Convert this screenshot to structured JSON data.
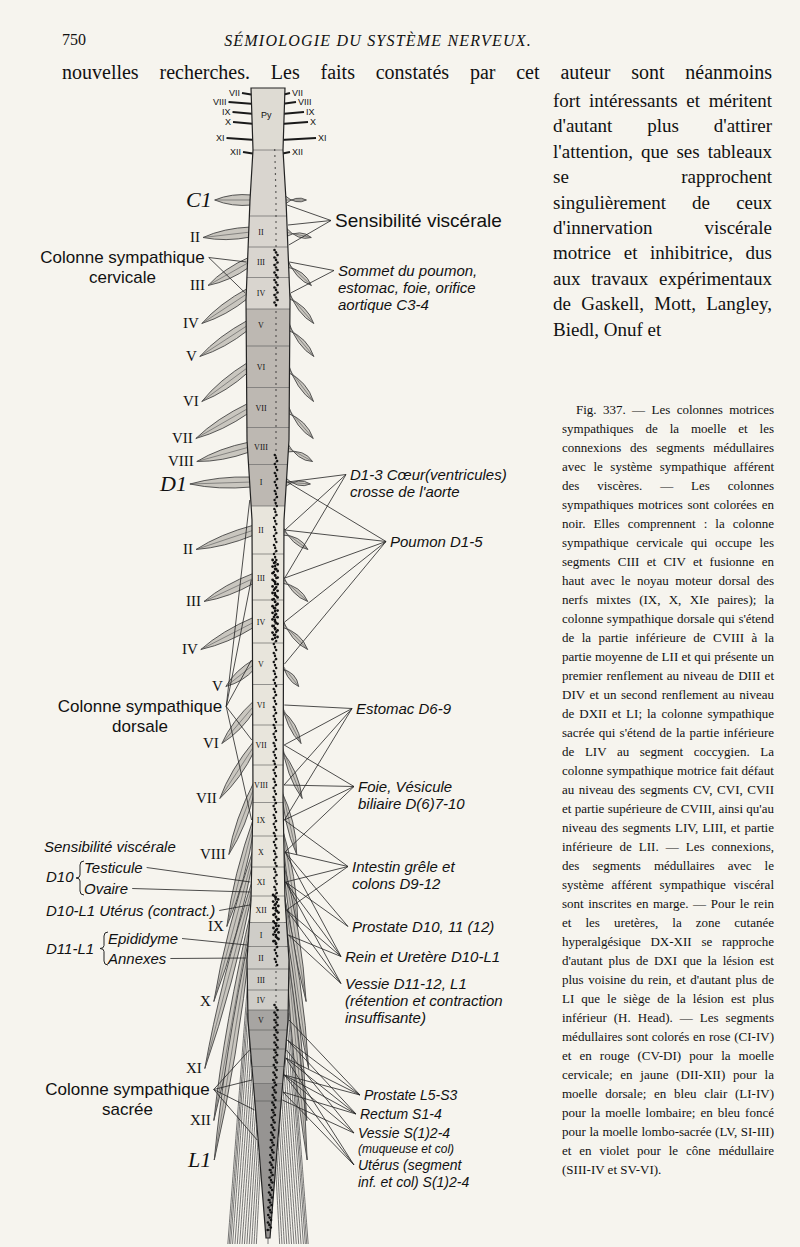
{
  "diagram": {
    "title": "SÉMIOLOGIE DU SYSTÈME NERVEUX.",
    "caption": "Fig. 337. — Les colonnes motrices sympathiques de la moelle et les connexions des segments médullaires avec le système sympathique afférent des viscères. — Les colonnes sympathiques motrices sont colorées en noir. Elles comprennent : la colonne sympathique cervicale qui occupe les segments CIII et CIV et fusionne en haut avec le noyau moteur dorsal des nerfs mixtes (IX, X, XIe paires); la colonne sympathique dorsale qui s'étend de la partie inférieure de CVIII à la partie moyenne de LII et qui présente un premier renflement au niveau de DIII et DIV et un second renflement au niveau de DXII et LI; la colonne sympathique sacrée qui s'étend de la partie inférieure de LIV au segment coccygien. La colonne sympathique motrice fait défaut au niveau des segments CV, CVI, CVII et partie supérieure de CVIII, ainsi qu'au niveau des segments LIV, LIII, et partie inférieure de LII. — Les connexions, des segments médullaires avec le système afférent sympathique viscéral sont inscrites en marge. — Pour le rein et les uretères, la zone cutanée hyperalgésique DX-XII se rapproche d'autant plus de DXI que la lésion est plus voisine du rein, et d'autant plus de LI que le siège de la lésion est plus inférieur (H. Head). — Les segments médullaires sont colorés en rose (CI-IV) et en rouge (CV-DI) pour la moelle cervicale; en jaune (DII-XII) pour la moelle dorsale; en bleu clair (LI-IV) pour la moelle lombaire; en bleu foncé pour la moelle lombo-sacrée (LV, SI-III) et en violet pour le cône médullaire (SIII-IV et SV-VI).",
    "labels": [
      "750",
      "nouvelles recherches. Les faits constatés par cet auteur sont néanmoins",
      "fort intéressants et méritent d'autant plus d'attirer l'attention, que ses tableaux se rapprochent singulièrement de ceux d'innervation viscérale motrice et inhibitrice, dus aux travaux expérimentaux de Gaskell, Mott, Langley, Biedl, Onuf et",
      "VII",
      "VIII",
      "IX",
      "X",
      "XI",
      "XII",
      "Py",
      "VII",
      "VIII",
      "IX",
      "X",
      "XI",
      "XII",
      "C1",
      "II",
      "III",
      "IV",
      "V",
      "VI",
      "VII",
      "VIII",
      "D1",
      "II",
      "III",
      "IV",
      "V",
      "VI",
      "VII",
      "VIII",
      "IX",
      "X",
      "XI",
      "XII",
      "L1",
      "II",
      "III",
      "IV",
      "V",
      "VI",
      "VII",
      "VIII",
      "I",
      "II",
      "III",
      "IV",
      "V",
      "VI",
      "VII",
      "VIII",
      "IX",
      "X",
      "XI",
      "XII",
      "I",
      "II",
      "III",
      "IV",
      "V",
      "Sensibilité viscérale",
      "Colonne sympathique cervicale",
      "Sommet du poumon, estomac, foie, orifice aortique C3-4",
      "D1-3 Cœur(ventricules) crosse de l'aorte",
      "Poumon D1-5",
      "Colonne sympathique dorsale",
      "Estomac D6-9",
      "Foie, Vésicule biliaire D(6)7-10",
      "Sensibilité viscérale",
      "D10",
      "Testicule",
      "Ovaire",
      "Intestin grêle et colons D9-12",
      "D10-L1 Utérus (contract.)",
      "Prostate D10, 11 (12)",
      "D11-L1",
      "Epididyme",
      "Annexes",
      "Rein et Uretère D10-L1",
      "Vessie D11-12, L1 (rétention et contraction insuffisante)",
      "Colonne sympathique sacrée",
      "Prostate L5-S3",
      "Rectum S1-4",
      "Vessie S(1)2-4",
      "(muqueuse et col)",
      "Utérus (segment inf. et col) S(1)2-4"
    ]
  }
}
